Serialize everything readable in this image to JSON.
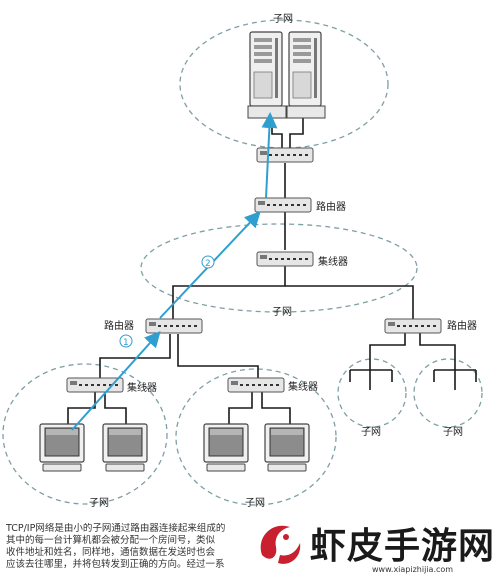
{
  "labels": {
    "subnet": "子网",
    "router": "路由器",
    "hub": "集线器",
    "step1": "1",
    "step2": "2"
  },
  "caption": [
    "TCP/IP网络是由小的子网通过路由器连接起来组成的",
    "其中的每一台计算机都会被分配一个房间号，类似",
    "收件地址和姓名，同样地，通信数据在发送时也会",
    "应该去往哪里，并将包转发到正确的方向。经过一系"
  ],
  "watermark": {
    "title": "虾皮手游网",
    "url": "www.xiapizhijia.com"
  },
  "colors": {
    "arrow": "#2f9fd0",
    "dashed": "#7f9fa4",
    "line": "#1a1a1a",
    "logo": "#c8202f"
  }
}
